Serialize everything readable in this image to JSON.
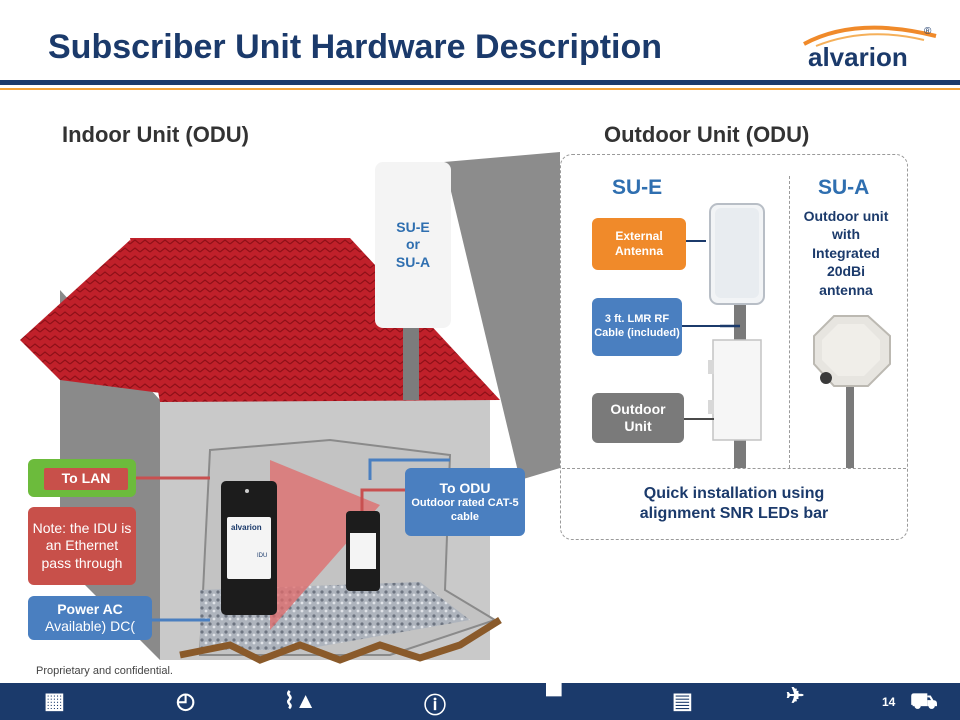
{
  "slide": {
    "title": "Subscriber Unit Hardware Description",
    "logo_text": "alvarion",
    "logo_mark": "®",
    "page_number": "14",
    "footer_note": "Proprietary and confidential."
  },
  "left": {
    "heading": "Indoor Unit (ODU)",
    "antenna_label_lines": [
      "SU-E",
      "or",
      "SU-A"
    ],
    "to_lan": "To LAN",
    "note": "Note: the IDU is an Ethernet pass through",
    "power_line1": "Power AC",
    "power_line2": "Available) DC(",
    "to_odu_title": "To ODU",
    "to_odu_sub": "Outdoor rated CAT-5 cable",
    "idu_brand": "alvarion",
    "idu_label": "IDU"
  },
  "right": {
    "heading": "Outdoor Unit (ODU)",
    "sue_label": "SU-E",
    "sua_label": "SU-A",
    "external_antenna": "External Antenna",
    "rf_cable": "3 ft. LMR RF Cable (included)",
    "outdoor_unit": "Outdoor Unit",
    "sua_desc": "Outdoor unit with Integrated 20dBi antenna",
    "quick_install": "Quick installation using alignment SNR LEDs bar"
  },
  "colors": {
    "navy": "#1b3a6b",
    "orange": "#f08a2a",
    "blue": "#4a7fc0",
    "red": "#c8504a",
    "green": "#6cbb3c",
    "gray": "#7a7a7a",
    "roof": "#c0202a"
  }
}
